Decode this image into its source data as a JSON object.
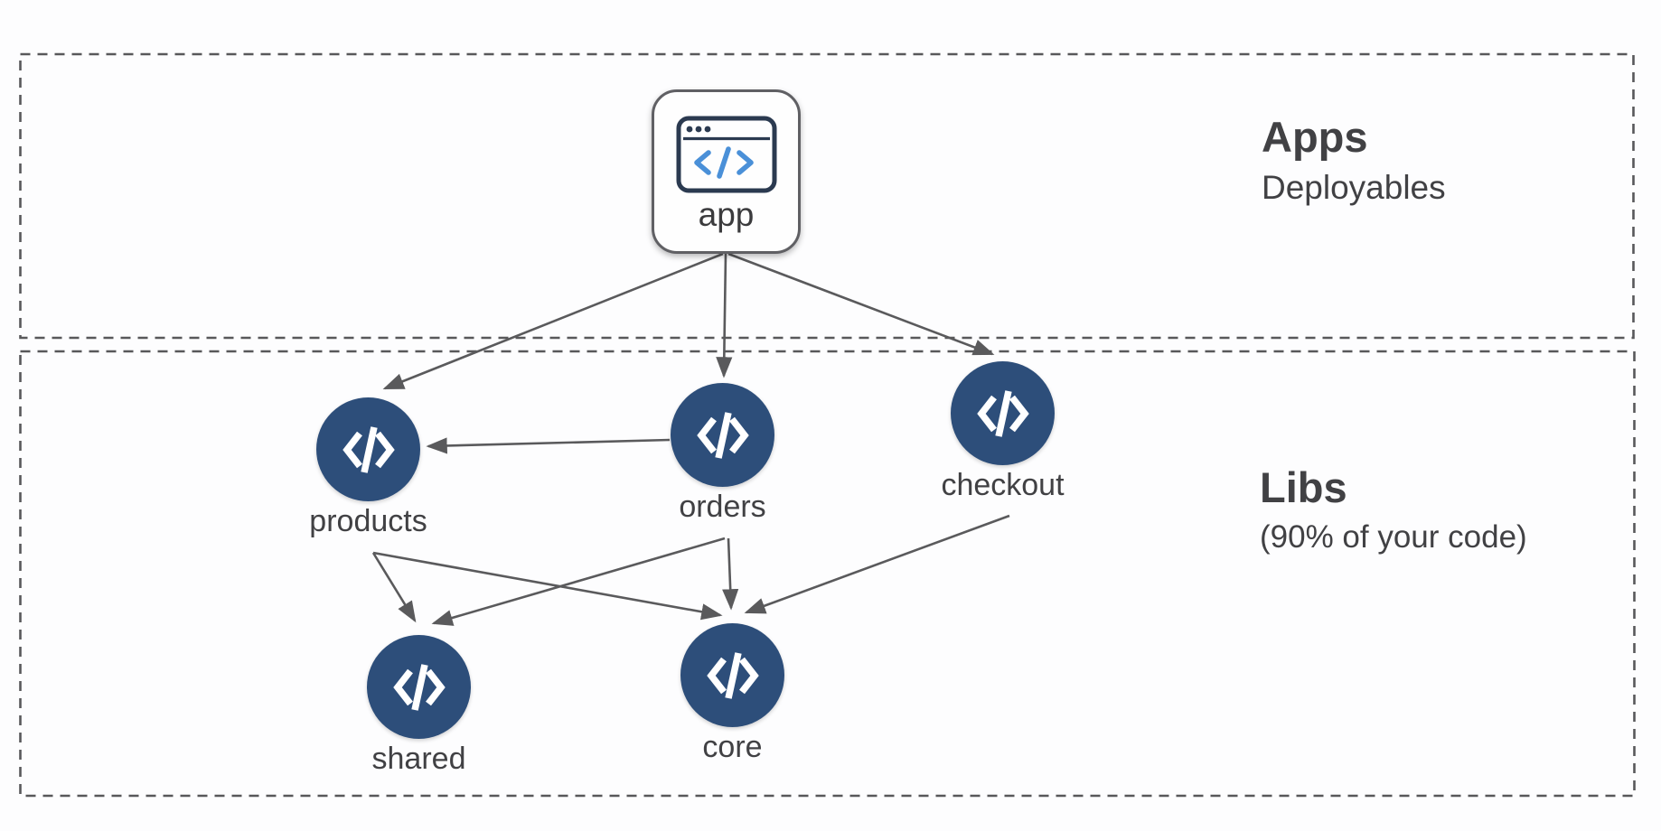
{
  "diagram": {
    "background": "#fdfdfe",
    "node_circle_color": "#2d4e7a",
    "edge_color": "#5a5a5c",
    "dashed_box_color": "#58585a",
    "icon_code_blue": "#4a90d8",
    "icon_frame_navy": "#2b3a50",
    "text_color": "#414144",
    "sections": {
      "apps": {
        "title": "Apps",
        "subtitle": "Deployables"
      },
      "libs": {
        "title": "Libs",
        "subtitle": "(90% of your code)"
      }
    },
    "nodes": {
      "app": {
        "label": "app",
        "kind": "application",
        "icon": "browser-code-icon"
      },
      "products": {
        "label": "products",
        "kind": "library",
        "icon": "code-icon"
      },
      "orders": {
        "label": "orders",
        "kind": "library",
        "icon": "code-icon"
      },
      "checkout": {
        "label": "checkout",
        "kind": "library",
        "icon": "code-icon"
      },
      "shared": {
        "label": "shared",
        "kind": "library",
        "icon": "code-icon"
      },
      "core": {
        "label": "core",
        "kind": "library",
        "icon": "code-icon"
      }
    },
    "edges": [
      {
        "from": "app",
        "to": "products"
      },
      {
        "from": "app",
        "to": "orders"
      },
      {
        "from": "app",
        "to": "checkout"
      },
      {
        "from": "orders",
        "to": "products"
      },
      {
        "from": "products",
        "to": "shared"
      },
      {
        "from": "products",
        "to": "core"
      },
      {
        "from": "orders",
        "to": "shared"
      },
      {
        "from": "orders",
        "to": "core"
      },
      {
        "from": "checkout",
        "to": "core"
      }
    ]
  }
}
